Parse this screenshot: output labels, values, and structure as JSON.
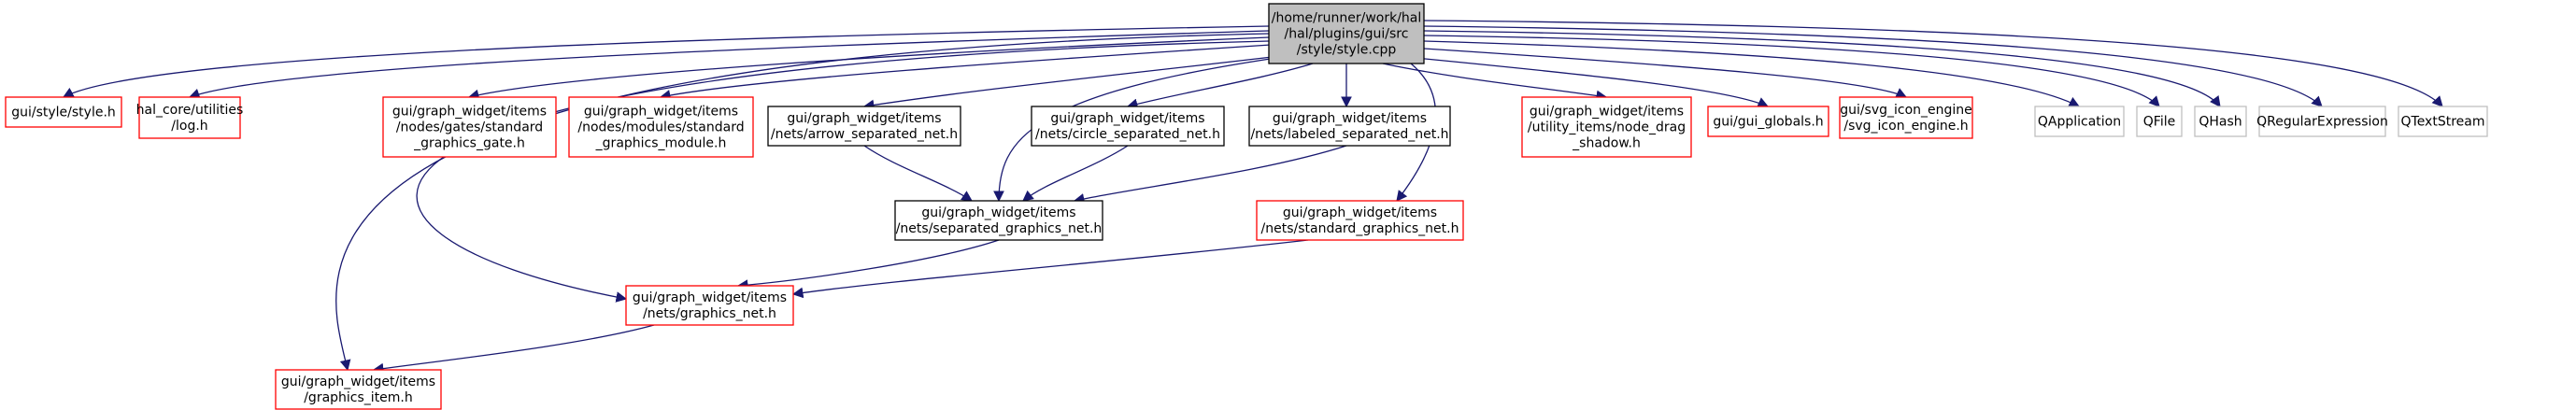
{
  "diagram": {
    "colors": {
      "root_fill": "#bfbfbf",
      "root_border": "#000000",
      "normal_border": "#000000",
      "missing_border": "#ff0000",
      "system_border": "#bfbfbf",
      "edge": "#191970",
      "background": "#ffffff"
    },
    "nodes": [
      {
        "id": "style_cpp",
        "kind": "root",
        "lines": [
          "/home/runner/work/hal",
          "/hal/plugins/gui/src",
          "/style/style.cpp"
        ]
      },
      {
        "id": "style_h",
        "kind": "missing",
        "lines": [
          "gui/style/style.h"
        ]
      },
      {
        "id": "log_h",
        "kind": "missing",
        "lines": [
          "hal_core/utilities",
          "/log.h"
        ]
      },
      {
        "id": "standard_graphics_gate_h",
        "kind": "missing",
        "lines": [
          "gui/graph_widget/items",
          "/nodes/gates/standard",
          "_graphics_gate.h"
        ]
      },
      {
        "id": "standard_graphics_module_h",
        "kind": "missing",
        "lines": [
          "gui/graph_widget/items",
          "/nodes/modules/standard",
          "_graphics_module.h"
        ]
      },
      {
        "id": "arrow_separated_net_h",
        "kind": "normal",
        "lines": [
          "gui/graph_widget/items",
          "/nets/arrow_separated_net.h"
        ]
      },
      {
        "id": "circle_separated_net_h",
        "kind": "normal",
        "lines": [
          "gui/graph_widget/items",
          "/nets/circle_separated_net.h"
        ]
      },
      {
        "id": "labeled_separated_net_h",
        "kind": "normal",
        "lines": [
          "gui/graph_widget/items",
          "/nets/labeled_separated_net.h"
        ]
      },
      {
        "id": "node_drag_shadow_h",
        "kind": "missing",
        "lines": [
          "gui/graph_widget/items",
          "/utility_items/node_drag",
          "_shadow.h"
        ]
      },
      {
        "id": "gui_globals_h",
        "kind": "missing",
        "lines": [
          "gui/gui_globals.h"
        ]
      },
      {
        "id": "svg_icon_engine_h",
        "kind": "missing",
        "lines": [
          "gui/svg_icon_engine",
          "/svg_icon_engine.h"
        ]
      },
      {
        "id": "qapplication",
        "kind": "system",
        "lines": [
          "QApplication"
        ]
      },
      {
        "id": "qfile",
        "kind": "system",
        "lines": [
          "QFile"
        ]
      },
      {
        "id": "qhash",
        "kind": "system",
        "lines": [
          "QHash"
        ]
      },
      {
        "id": "qregularexpression",
        "kind": "system",
        "lines": [
          "QRegularExpression"
        ]
      },
      {
        "id": "qtextstream",
        "kind": "system",
        "lines": [
          "QTextStream"
        ]
      },
      {
        "id": "separated_graphics_net_h",
        "kind": "normal",
        "lines": [
          "gui/graph_widget/items",
          "/nets/separated_graphics_net.h"
        ]
      },
      {
        "id": "standard_graphics_net_h",
        "kind": "missing",
        "lines": [
          "gui/graph_widget/items",
          "/nets/standard_graphics_net.h"
        ]
      },
      {
        "id": "graphics_net_h",
        "kind": "missing",
        "lines": [
          "gui/graph_widget/items",
          "/nets/graphics_net.h"
        ]
      },
      {
        "id": "graphics_item_h",
        "kind": "missing",
        "lines": [
          "gui/graph_widget/items",
          "/graphics_item.h"
        ]
      }
    ],
    "edges": [
      [
        "style_cpp",
        "style_h"
      ],
      [
        "style_cpp",
        "log_h"
      ],
      [
        "style_cpp",
        "standard_graphics_gate_h"
      ],
      [
        "style_cpp",
        "standard_graphics_module_h"
      ],
      [
        "style_cpp",
        "arrow_separated_net_h"
      ],
      [
        "style_cpp",
        "circle_separated_net_h"
      ],
      [
        "style_cpp",
        "labeled_separated_net_h"
      ],
      [
        "style_cpp",
        "node_drag_shadow_h"
      ],
      [
        "style_cpp",
        "gui_globals_h"
      ],
      [
        "style_cpp",
        "svg_icon_engine_h"
      ],
      [
        "style_cpp",
        "qapplication"
      ],
      [
        "style_cpp",
        "qfile"
      ],
      [
        "style_cpp",
        "qhash"
      ],
      [
        "style_cpp",
        "qregularexpression"
      ],
      [
        "style_cpp",
        "qtextstream"
      ],
      [
        "style_cpp",
        "separated_graphics_net_h"
      ],
      [
        "style_cpp",
        "standard_graphics_net_h"
      ],
      [
        "style_cpp",
        "graphics_net_h"
      ],
      [
        "style_cpp",
        "graphics_item_h"
      ],
      [
        "arrow_separated_net_h",
        "separated_graphics_net_h"
      ],
      [
        "circle_separated_net_h",
        "separated_graphics_net_h"
      ],
      [
        "labeled_separated_net_h",
        "separated_graphics_net_h"
      ],
      [
        "separated_graphics_net_h",
        "graphics_net_h"
      ],
      [
        "standard_graphics_net_h",
        "graphics_net_h"
      ],
      [
        "graphics_net_h",
        "graphics_item_h"
      ]
    ]
  }
}
